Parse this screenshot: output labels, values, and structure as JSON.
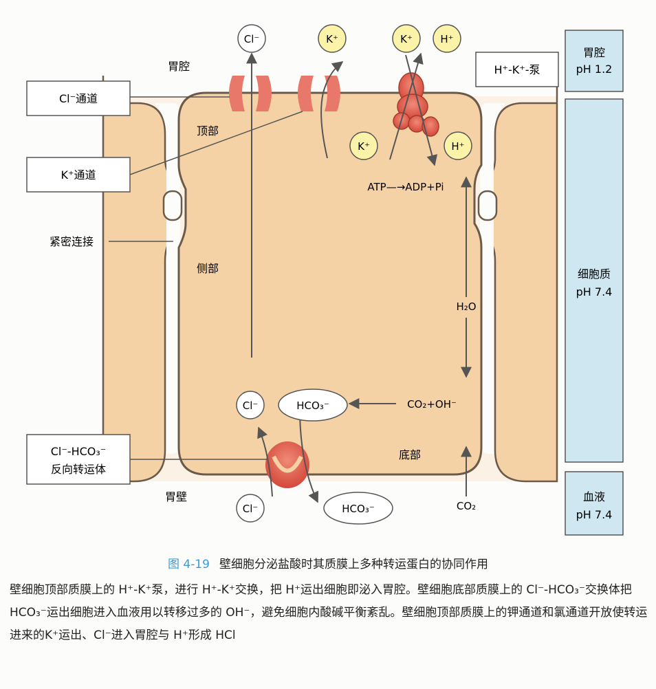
{
  "regions": {
    "lumen": "胃腔",
    "apical": "顶部",
    "lateral": "侧部",
    "basal": "底部",
    "gastric_wall": "胃壁"
  },
  "callouts": {
    "cl_channel": "Cl⁻通道",
    "k_channel": "K⁺通道",
    "tight_junction": "紧密连接",
    "exchanger_line1": "Cl⁻-HCO₃⁻",
    "exchanger_line2": "反向转运体",
    "pump": "H⁺-K⁺-泵"
  },
  "ions": {
    "cl": "Cl⁻",
    "k": "K⁺",
    "h": "H⁺",
    "hco3": "HCO₃⁻"
  },
  "reactions": {
    "atp": "ATP—→ADP+Pi",
    "water": "H₂O",
    "co2_oh": "CO₂+OH⁻",
    "co2": "CO₂"
  },
  "ph_bars": [
    {
      "label": "胃腔",
      "value": "pH 1.2"
    },
    {
      "label": "细胞质",
      "value": "pH 7.4"
    },
    {
      "label": "血液",
      "value": "pH 7.4"
    }
  ],
  "caption": {
    "number": "图 4-19",
    "title": "壁细胞分泌盐酸时其质膜上多种转运蛋白的协同作用"
  },
  "description": "壁细胞顶部质膜上的 H⁺-K⁺泵，进行 H⁺-K⁺交换，把 H⁺运出细胞即泌入胃腔。壁细胞底部质膜上的 Cl⁻-HCO₃⁻交换体把 HCO₃⁻运出细胞进入血液用以转移过多的 OH⁻，避免细胞内酸碱平衡紊乱。壁细胞顶部质膜上的钾通道和氯通道开放使转运进来的K⁺运出、Cl⁻进入胃腔与 H⁺形成 HCl",
  "colors": {
    "cell": "#f5d2a6",
    "membrane": "#6b5a4a",
    "protein": "#e0604f",
    "ion_yellow": "#fbf3a8",
    "ion_white": "#ffffff",
    "ph_bar": "#cfe7f1"
  }
}
